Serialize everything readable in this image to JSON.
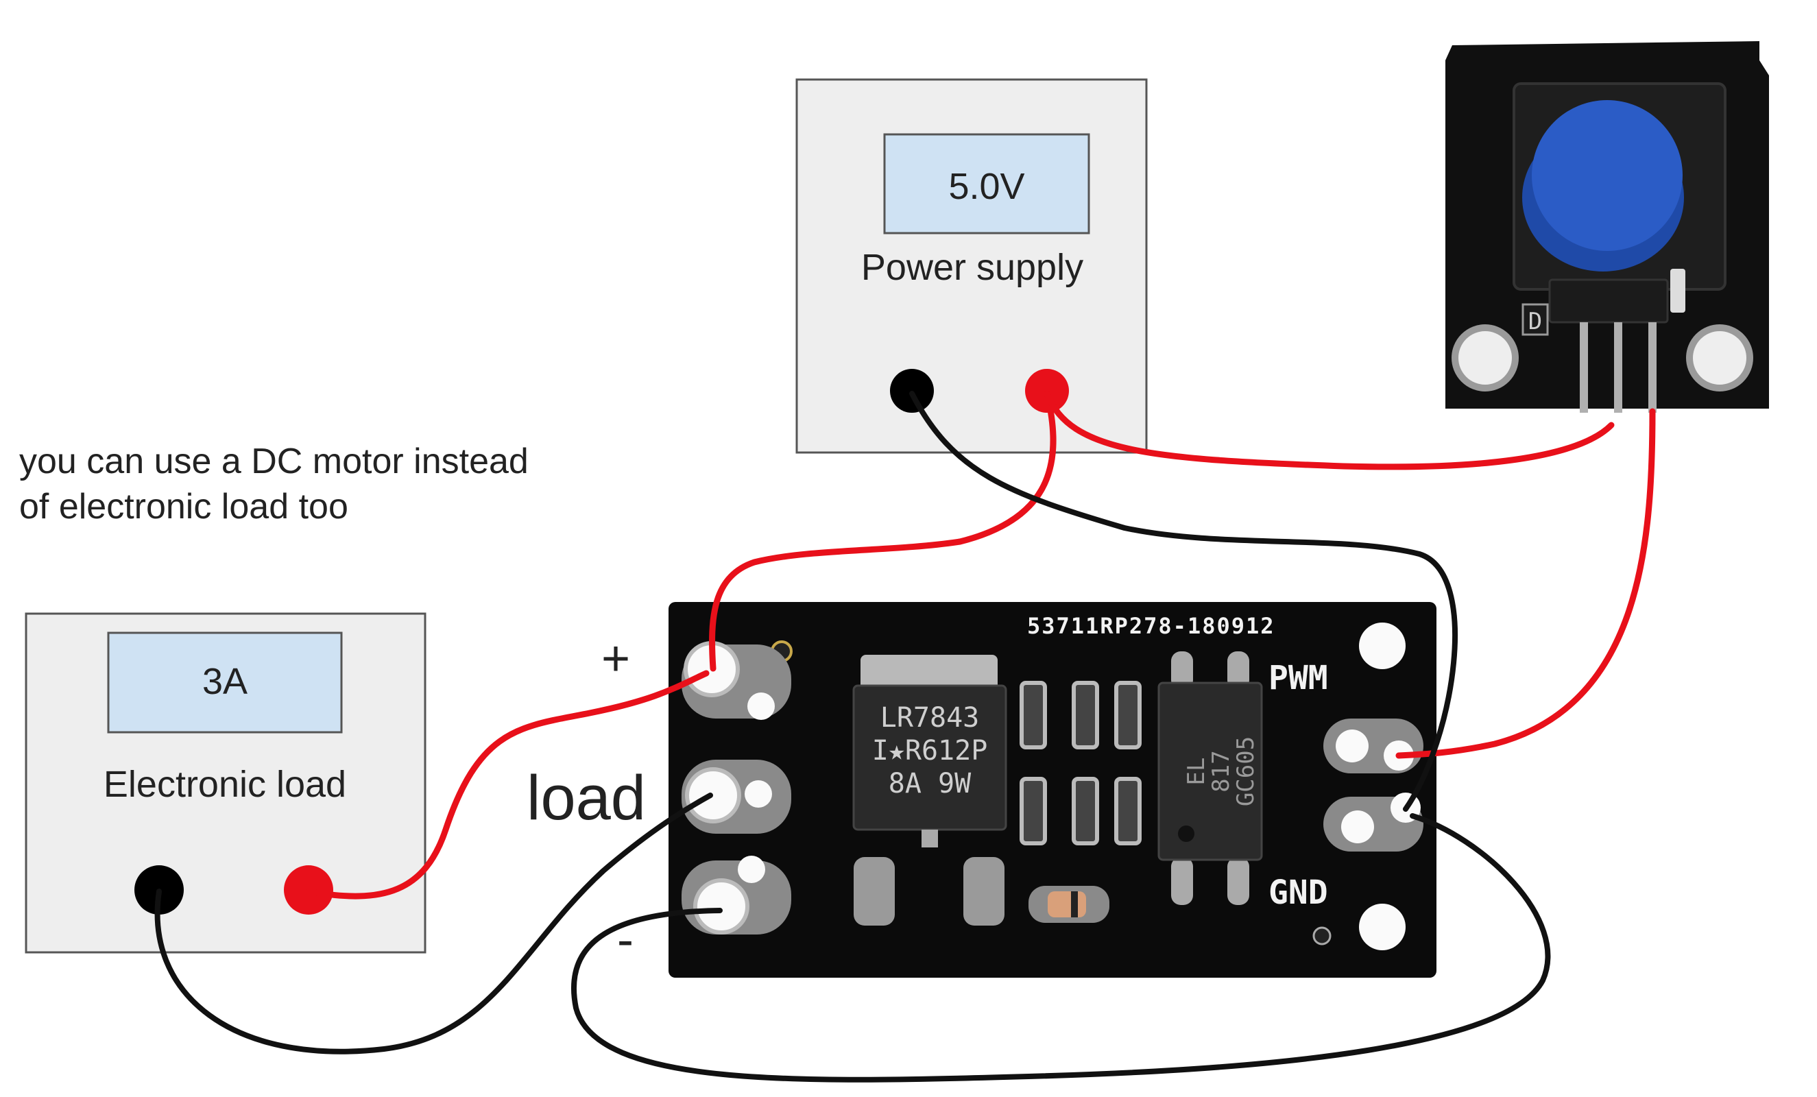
{
  "note": {
    "line1": "you can use a DC motor instead",
    "line2": "of electronic load too"
  },
  "power_supply": {
    "display_value": "5.0V",
    "label": "Power supply"
  },
  "electronic_load": {
    "display_value": "3A",
    "label": "Electronic load"
  },
  "mosfet_board": {
    "silkscreen_code": "53711RP278-180912",
    "pwm_label": "PWM",
    "gnd_label": "GND",
    "mosfet_marking": [
      "LR7843",
      "I★R612P",
      "8A  9W"
    ],
    "optocoupler_marking": [
      "EL",
      "817",
      "GC605"
    ],
    "plus_label": "+",
    "load_label": "load",
    "minus_label": "-"
  },
  "button_module": {
    "pin_label": "D"
  },
  "colors": {
    "wire_red": "#e8101a",
    "wire_black": "#111111",
    "box_fill": "#eeeeee",
    "box_stroke": "#555555",
    "display_fill": "#cfe2f3",
    "pcb_fill": "#0b0b0b",
    "button_cap": "#2b5cc6"
  }
}
